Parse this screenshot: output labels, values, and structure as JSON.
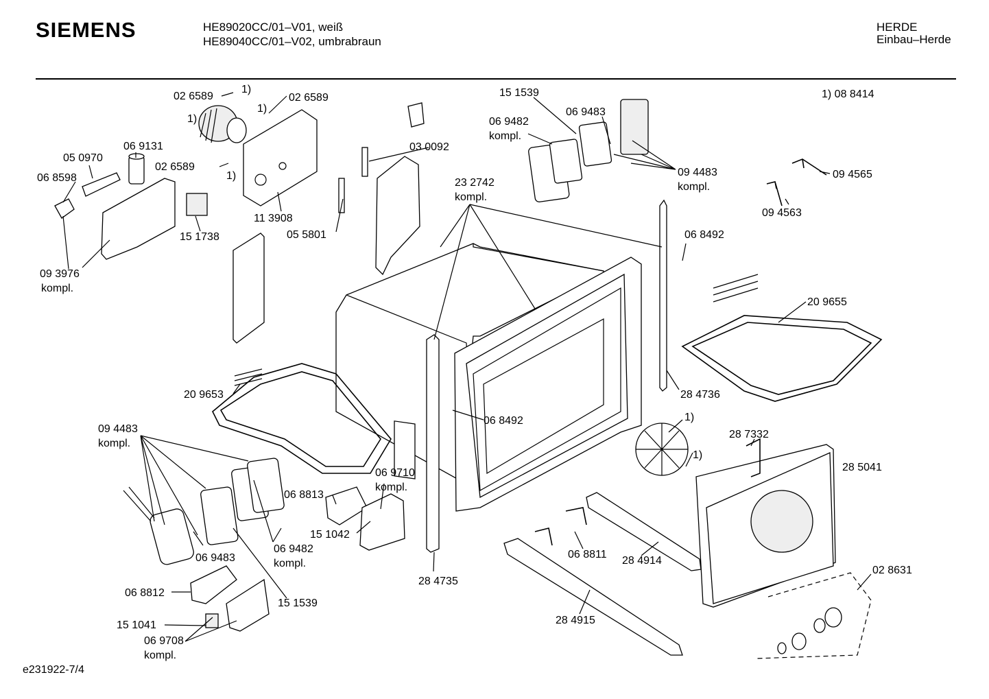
{
  "header": {
    "brand": "SIEMENS",
    "models": [
      "HE89020CC/01–V01, weiß",
      "HE89040CC/01–V02, umbrabraun"
    ],
    "category": "HERDE",
    "subcategory": "Einbau–Herde"
  },
  "footnote": "1) 08 8414",
  "footer_code": "e231922-7/4",
  "callouts": {
    "c026589a": "02 6589",
    "fn1a": "1)",
    "fn1b": "1)",
    "c026589b": "02 6589",
    "fn1c": "1)",
    "c026589c": "02 6589",
    "fn1d": "1)",
    "c050970": "05 0970",
    "c069131": "06 9131",
    "c068598": "06 8598",
    "c113908": "11 3908",
    "c151738": "15 1738",
    "c093976a": "09 3976",
    "c093976b": "kompl.",
    "c030092": "03 0092",
    "c055801": "05 5801",
    "c151539a": "15 1539",
    "c069483a": "06 9483",
    "c069482a": "06 9482",
    "c069482ak": "kompl.",
    "c094483a": "09 4483",
    "c094483ak": "kompl.",
    "c094565": "09 4565",
    "c094563": "09 4563",
    "c232742": "23 2742",
    "c232742k": "kompl.",
    "c068492a": "06 8492",
    "c209655": "20 9655",
    "c284736": "28 4736",
    "c209653": "20 9653",
    "c068492b": "06 8492",
    "fn1e": "1)",
    "fn1f": "1)",
    "c287332": "28 7332",
    "c285041": "28 5041",
    "c094483b": "09 4483",
    "c094483bk": "kompl.",
    "c069710": "06 9710",
    "c069710k": "kompl.",
    "c068813": "06 8813",
    "c151042": "15 1042",
    "c069483b": "06 9483",
    "c069482b": "06 9482",
    "c069482bk": "kompl.",
    "c284735": "28 4735",
    "c068811": "06 8811",
    "c284914": "28 4914",
    "c028631": "02 8631",
    "c068812": "06 8812",
    "c151539b": "15 1539",
    "c151041": "15 1041",
    "c069708": "06 9708",
    "c069708k": "kompl.",
    "c284915": "28 4915"
  }
}
